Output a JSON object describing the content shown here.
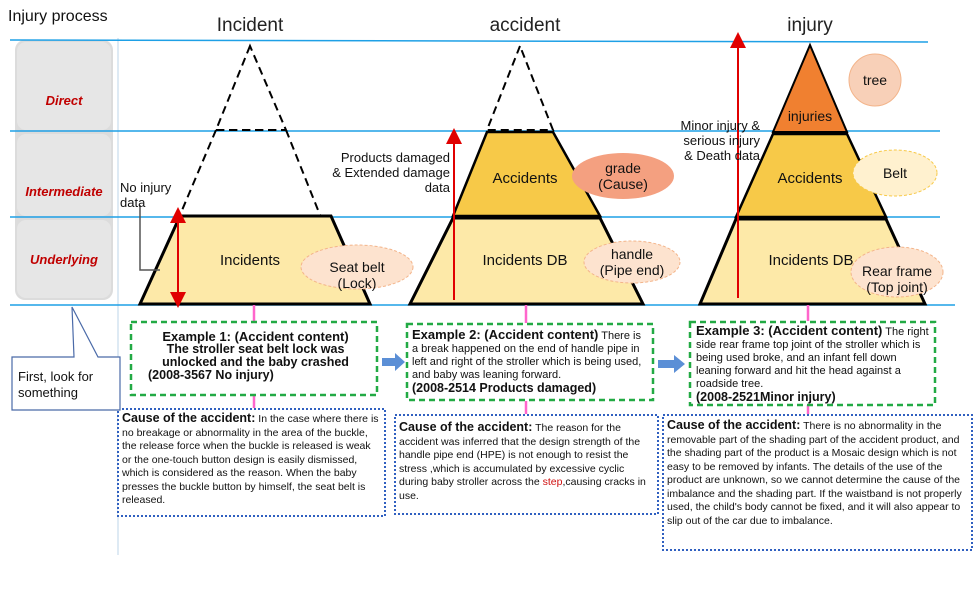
{
  "header": {
    "process_label": "Injury process",
    "col1_title": "Incident",
    "col2_title": "accident",
    "col3_title": "injury"
  },
  "levels": {
    "direct": "Direct",
    "intermediate": "Intermediate",
    "underlying": "Underlying"
  },
  "pyramid1": {
    "layer_label": "Incidents",
    "oval_line1": "Seat belt",
    "oval_line2": "(Lock)",
    "side_note_line1": "No injury",
    "side_note_line2": "data"
  },
  "pyramid2": {
    "top_label": "Accidents",
    "bottom_label": "Incidents DB",
    "oval_top_line1": "grade",
    "oval_top_line2": "(Cause)",
    "oval_bottom_line1": "handle",
    "oval_bottom_line2": "(Pipe end)",
    "side_note_line1": "Products damaged",
    "side_note_line2": "& Extended damage",
    "side_note_line3": "data"
  },
  "pyramid3": {
    "top_label": "injuries",
    "mid_label": "Accidents",
    "bottom_label": "Incidents DB",
    "oval_top": "tree",
    "oval_mid": "Belt",
    "oval_bottom_line1": "Rear frame",
    "oval_bottom_line2": "(Top joint)",
    "side_note_line1": "Minor injury &",
    "side_note_line2": "serious injury",
    "side_note_line3": "& Death data"
  },
  "callout": {
    "line1": "First, look for",
    "line2": "something"
  },
  "examples": {
    "ex1_head": "Example 1: (Accident content)",
    "ex1_line1": "The stroller seat belt lock was",
    "ex1_line2": "unlocked and the baby crashed",
    "ex1_ref": "(2008-3567 No injury)",
    "ex2_head": "Example 2: (Accident content)",
    "ex2_head_tail": " There",
    "ex2_body": "is a break happened on the  end of handle pipe in left and right of the stroller which is being used, and baby was leaning forward.",
    "ex2_ref": "(2008-2514 Products damaged)",
    "ex3_head": "Example 3: (Accident content)",
    "ex3_head_tail": " The",
    "ex3_body": "right side rear frame top joint of the stroller which is being used broke, and an infant fell down leaning forward and hit the head against a roadside tree.",
    "ex3_ref": "(2008-2521Minor injury)"
  },
  "causes": {
    "c1_head": "Cause of the accident:",
    "c1_body": " In the case where there is no breakage or abnormality in the area of the buckle, the release force when the buckle is released is weak or the one-touch button design is easily dismissed, which is considered as the reason. When the baby presses the buckle button by himself, the seat belt is released.",
    "c2_head": "Cause of the accident:",
    "c2_body_a": " The reason for the accident was inferred that the design strength of  the handle pipe end (HPE) is not enough to resist the stress ,which is accumulated by excessive cyclic during baby stroller across the ",
    "c2_step": "step",
    "c2_body_b": ",causing cracks in use.",
    "c3_head": "Cause of the accident:",
    "c3_body": " There is no abnormality in the removable part of the shading part of the accident product, and the shading part of the product is a Mosaic design which is not easy to be removed by infants. The details of the use of the product are unknown, so we cannot determine the cause of the imbalance and the shading part. If the waistband is not properly used, the child's body cannot be fixed, and it will also appear to slip out of the car due to imbalance."
  },
  "colors": {
    "guide_line": "#1ea0e6",
    "pale_yellow": "#fde9a8",
    "gold": "#f7c948",
    "orange": "#f08030",
    "salmon": "#f4a080",
    "peach": "#fde3cf",
    "red_arrow": "#e00000",
    "green_dash": "#22aa44",
    "blue_dot": "#3060c0",
    "level_red": "#c00000"
  }
}
